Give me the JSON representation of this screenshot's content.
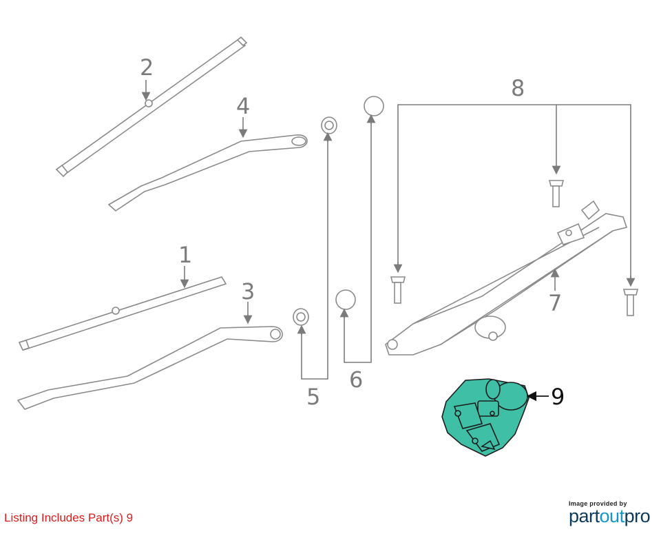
{
  "callouts": {
    "c1": "1",
    "c2": "2",
    "c3": "3",
    "c4": "4",
    "c5": "5",
    "c6": "6",
    "c7": "7",
    "c8": "8",
    "c9": "9"
  },
  "listing_note": "Listing Includes Part(s) 9",
  "credit": {
    "small": "Image provided by",
    "brand_part1": "part",
    "brand_part2": "out",
    "brand_part3": "pro"
  },
  "colors": {
    "line_gray": "#8a8a8a",
    "highlight_fill": "#3fbfa6",
    "highlight_stroke": "#1b1b1b",
    "note_red": "#e01b1b"
  }
}
